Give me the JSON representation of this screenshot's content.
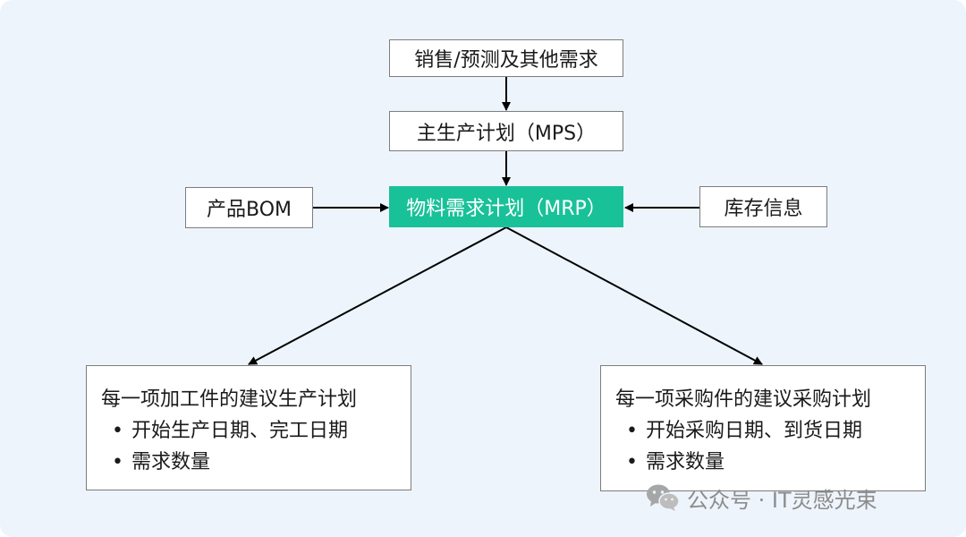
{
  "nodes": {
    "sales_forecast": "销售/预测及其他需求",
    "mps": "主生产计划（MPS）",
    "mrp": "物料需求计划（MRP）",
    "bom": "产品BOM",
    "inventory": "库存信息",
    "make_plan": {
      "heading": "每一项加工件的建议生产计划",
      "bullets": [
        "开始生产日期、完工日期",
        "需求数量"
      ]
    },
    "buy_plan": {
      "heading": "每一项采购件的建议采购计划",
      "bullets": [
        "开始采购日期、到货日期",
        "需求数量"
      ]
    }
  },
  "bullet_symbol": "•",
  "watermark": {
    "icon": "wechat-icon",
    "text": "公众号 · IT灵感光束"
  },
  "colors": {
    "background": "#eef4fc",
    "primary_node": "#19c199",
    "node_border": "#7d7d7d",
    "arrow": "#000000"
  }
}
